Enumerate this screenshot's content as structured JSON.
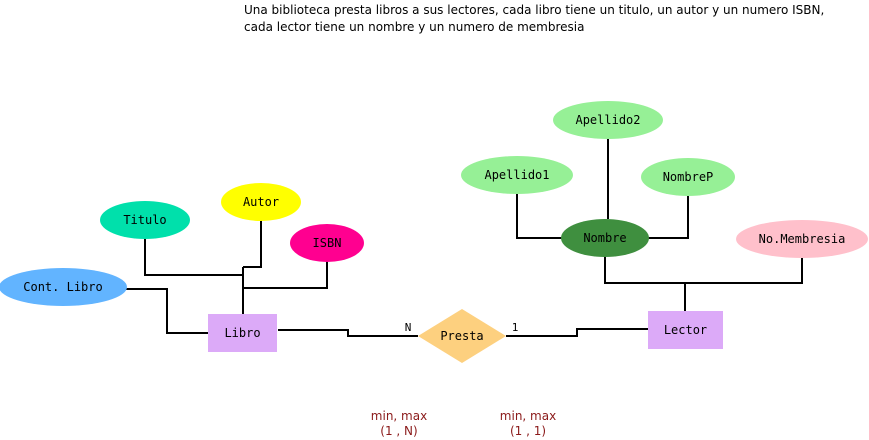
{
  "statement": {
    "line1": "Una biblioteca presta libros a sus lectores, cada libro tiene un titulo, un autor y un numero ISBN,",
    "line2": "cada lector tiene un nombre y un numero de membresia"
  },
  "entities": {
    "libro": "Libro",
    "lector": "Lector"
  },
  "relationship": {
    "presta": "Presta",
    "card_libro": "N",
    "card_lector": "1"
  },
  "attributes": {
    "titulo": "Titulo",
    "autor": "Autor",
    "isbn": "ISBN",
    "cont_libro": "Cont. Libro",
    "apellido2": "Apellido2",
    "apellido1": "Apellido1",
    "nombre": "Nombre",
    "nombrep": "NombreP",
    "membresia": "No.Membresia"
  },
  "cardinality_notes": {
    "libro_label": "min, max",
    "libro_value": "(1 , N)",
    "lector_label": "min, max",
    "lector_value": "(1 , 1)"
  },
  "colors": {
    "entity_fill": "#dcaaf8",
    "relationship_fill": "#fdd07f",
    "attr_titulo": "#00e0ab",
    "attr_autor": "#ffff00",
    "attr_isbn": "#ff0090",
    "attr_cont_libro": "#62b4ff",
    "attr_light_green": "#96f096",
    "attr_nombre": "#3f8f3f",
    "attr_membresia": "#ffc0cb",
    "card_text": "#8b1a1a",
    "line": "#000000"
  }
}
